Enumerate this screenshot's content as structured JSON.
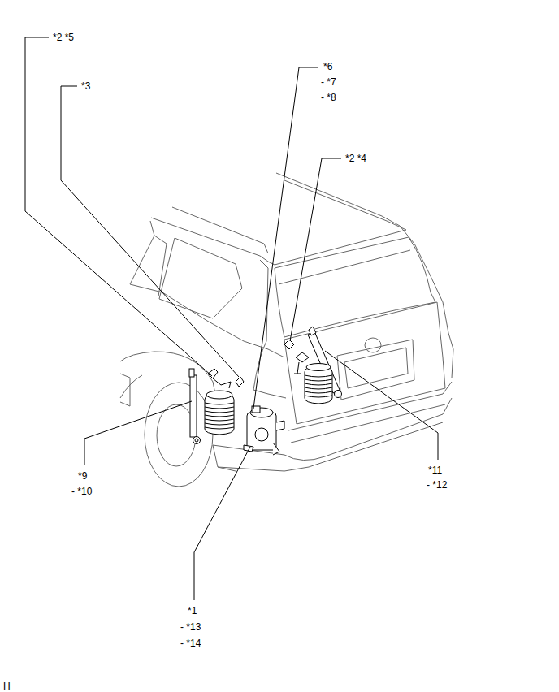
{
  "diagram": {
    "labels": [
      "*2 *5",
      "*3",
      "*6",
      "- *7",
      "- *8",
      "*2 *4",
      "*9",
      "- *10",
      "*11",
      "- *12",
      "*1",
      "- *13",
      "- *14",
      "H"
    ]
  }
}
